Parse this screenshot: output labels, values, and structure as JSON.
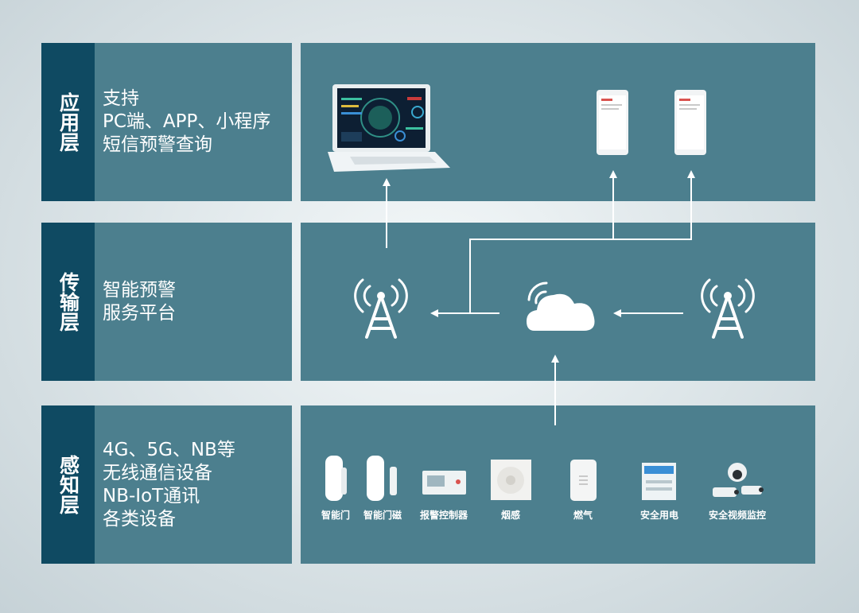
{
  "layers": [
    {
      "name": "应用层",
      "desc": [
        "支持",
        "PC端、APP、小程序",
        "短信预警查询"
      ]
    },
    {
      "name": "传输层",
      "desc": [
        "智能预警",
        "服务平台"
      ]
    },
    {
      "name": "感知层",
      "desc": [
        "4G、5G、NB等",
        "无线通信设备",
        "NB-IoT通讯",
        "各类设备"
      ]
    }
  ],
  "devices": [
    {
      "label": "智能门",
      "icon": "door-sensor-icon"
    },
    {
      "label": "智能门磁",
      "icon": "door-magnet-icon"
    },
    {
      "label": "报警控制器",
      "icon": "alarm-controller-icon"
    },
    {
      "label": "烟感",
      "icon": "smoke-detector-icon"
    },
    {
      "label": "燃气",
      "icon": "gas-detector-icon"
    },
    {
      "label": "安全用电",
      "icon": "electrical-safety-box-icon"
    },
    {
      "label": "安全视频监控",
      "icon": "cctv-camera-icon"
    }
  ],
  "icons": {
    "application": [
      "laptop-dashboard-icon",
      "mobile-phone-icon",
      "mobile-phone-icon"
    ],
    "transport": [
      "signal-tower-icon",
      "cloud-icon",
      "signal-tower-icon"
    ]
  },
  "colors": {
    "label_bg": "#0f4a62",
    "panel_bg": "#4c7f8e",
    "foreground": "#ffffff"
  }
}
